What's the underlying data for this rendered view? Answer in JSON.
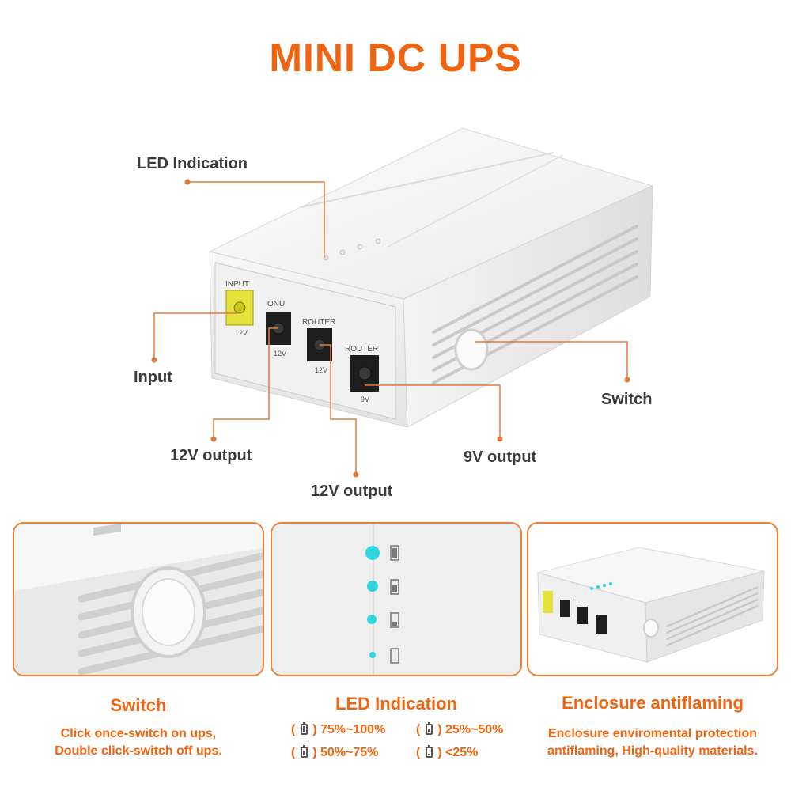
{
  "title": "MINI DC UPS",
  "product": {
    "ports": {
      "input_label": "INPUT",
      "input_voltage": "12V",
      "onu_label": "ONU",
      "onu_voltage": "12V",
      "router1_label": "ROUTER",
      "router1_voltage": "12V",
      "router2_label": "ROUTER",
      "router2_voltage": "9V"
    }
  },
  "callouts": {
    "led_indication": "LED Indication",
    "input": "Input",
    "switch": "Switch",
    "output_12v_a": "12V output",
    "output_12v_b": "12V output",
    "output_9v": "9V output"
  },
  "panels": {
    "switch": {
      "title": "Switch",
      "desc_line1": "Click once-switch on ups,",
      "desc_line2": "Double click-switch off ups."
    },
    "led": {
      "title": "LED Indication",
      "legend": [
        {
          "text": "75%~100%",
          "level": 1.0
        },
        {
          "text": "25%~50%",
          "level": 0.5
        },
        {
          "text": "50%~75%",
          "level": 0.75
        },
        {
          "text": "<25%",
          "level": 0.25
        }
      ]
    },
    "enclosure": {
      "title": "Enclosure antiflaming",
      "desc_line1": "Enclosure enviromental protection",
      "desc_line2": "antiflaming, High-quality materials."
    }
  },
  "colors": {
    "accent": "#f0640f",
    "leader_line": "#e07a3a",
    "led_cyan": "#2fd6e0",
    "port_yellow": "#e6e23c"
  }
}
